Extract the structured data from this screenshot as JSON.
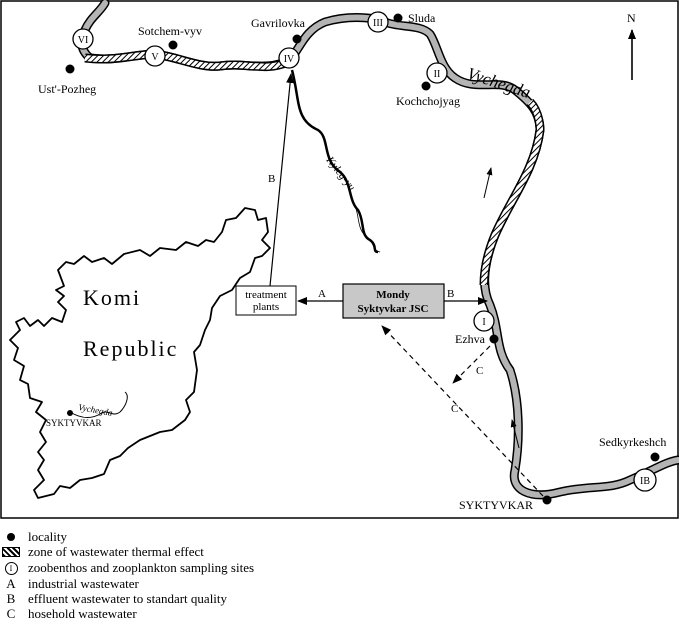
{
  "localities": {
    "ust_pozheg": "Ust'-Pozheg",
    "sotchem": "Sotchem-vyv",
    "gavrilovka": "Gavrilovka",
    "sluda": "Sluda",
    "kochchojyag": "Kochchojyag",
    "ezhva": "Ezhva",
    "sedkyrkeshch": "Sedkyrkeshch",
    "syktyvkar": "SYKTYVKAR"
  },
  "sites": [
    "VI",
    "V",
    "IV",
    "III",
    "II",
    "I",
    "IB"
  ],
  "rivers": {
    "vychegda": "Vychegda",
    "kyleg": "Kyleg-yu"
  },
  "north": "N",
  "plants": {
    "line1": "treatment",
    "line2": "plants"
  },
  "mill": {
    "line1": "Mondy",
    "line2": "Syktyvkar JSC"
  },
  "flows": {
    "a": "A",
    "b1": "B",
    "b2": "B",
    "c1": "C",
    "c2": "C"
  },
  "inset": {
    "komi": "Komi",
    "republic": "Republic",
    "river": "Vychegda",
    "city": "SYKTYVKAR"
  },
  "legend": {
    "locality": "locality",
    "thermal": "zone of wastewater thermal effect",
    "sites": "zoobenthos and zooplankton sampling sites",
    "site_symbol": "I",
    "a_key": "A",
    "a_text": "industrial wastewater",
    "b_key": "B",
    "b_text": "effluent wastewater to standart quality",
    "c_key": "C",
    "c_text": "hosehold wastewater"
  },
  "colors": {
    "river": "#b4b4b4",
    "mill_box": "#c8c8c8"
  }
}
